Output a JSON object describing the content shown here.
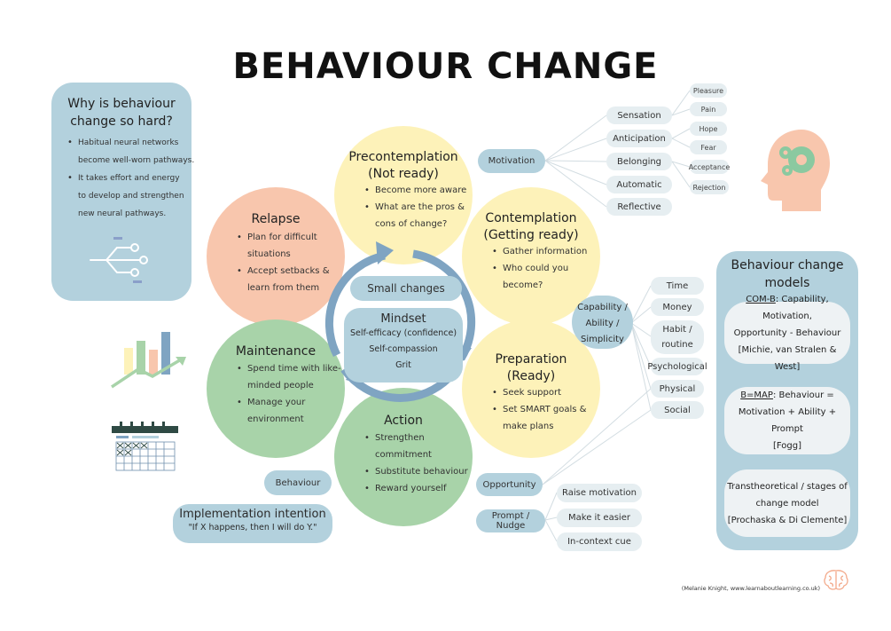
{
  "title": "BEHAVIOUR CHANGE",
  "why_panel": {
    "heading_line1": "Why is behaviour",
    "heading_line2": "change so hard?",
    "bullet1_line1": "Habitual neural networks",
    "bullet1_line2": "become well-worn pathways.",
    "bullet2_line1": "It takes effort and energy",
    "bullet2_line2": "to develop and strengthen",
    "bullet2_line3": "new neural pathways."
  },
  "stages": {
    "precontemplation": {
      "title_line1": "Precontemplation",
      "title_line2": "(Not ready)",
      "bullet1": "Become more aware",
      "bullet2_line1": "What are the pros &",
      "bullet2_line2": "cons of change?"
    },
    "contemplation": {
      "title_line1": "Contemplation",
      "title_line2": "(Getting ready)",
      "bullet1": "Gather information",
      "bullet2_line1": "Who could you",
      "bullet2_line2": "become?"
    },
    "preparation": {
      "title_line1": "Preparation",
      "title_line2": "(Ready)",
      "bullet1": "Seek support",
      "bullet2_line1": "Set SMART goals &",
      "bullet2_line2": "make plans"
    },
    "action": {
      "title": "Action",
      "bullet1_line1": "Strengthen",
      "bullet1_line2": "commitment",
      "bullet2": "Substitute behaviour",
      "bullet3": "Reward yourself"
    },
    "maintenance": {
      "title": "Maintenance",
      "bullet1_line1": "Spend time with like-",
      "bullet1_line2": "minded people",
      "bullet2_line1": "Manage your",
      "bullet2_line2": "environment"
    },
    "relapse": {
      "title": "Relapse",
      "bullet1_line1": "Plan for difficult",
      "bullet1_line2": "situations",
      "bullet2_line1": "Accept setbacks &",
      "bullet2_line2": "learn from them"
    }
  },
  "center": {
    "small_changes": "Small changes",
    "mindset_title": "Mindset",
    "item1": "Self-efficacy (confidence)",
    "item2": "Self-compassion",
    "item3": "Grit"
  },
  "motivation": {
    "label": "Motivation",
    "items": [
      "Sensation",
      "Anticipation",
      "Belonging",
      "Automatic",
      "Reflective"
    ],
    "sub": [
      "Pleasure",
      "Pain",
      "Hope",
      "Fear",
      "Acceptance",
      "Rejection"
    ]
  },
  "capability": {
    "label_line1": "Capability /",
    "label_line2": "Ability /",
    "label_line3": "Simplicity",
    "items": [
      "Time",
      "Money",
      "Habit /",
      "routine",
      "Psychological",
      "Physical",
      "Social"
    ]
  },
  "opportunity": {
    "label": "Opportunity"
  },
  "prompt": {
    "label": "Prompt / Nudge",
    "items": [
      "Raise motivation",
      "Make it easier",
      "In-context cue"
    ]
  },
  "behaviour_pill": "Behaviour",
  "implementation": {
    "title": "Implementation intention",
    "quote": "\"If X happens, then I will do Y.\""
  },
  "models": {
    "heading_line1": "Behaviour change",
    "heading_line2": "models",
    "m1_abbr": "COM-B",
    "m1_line1_rest": ": Capability, Motivation,",
    "m1_line2": "Opportunity - Behaviour",
    "m1_line3": "[Michie, van Stralen & West]",
    "m2_abbr": "B=MAP",
    "m2_line1_rest": ": Behaviour =",
    "m2_line2": "Motivation + Ability + Prompt",
    "m2_line3": "[Fogg]",
    "m3_line1": "Transtheoretical / stages of",
    "m3_line2": "change model",
    "m3_line3": "[Prochaska & Di Clemente]"
  },
  "credit": "(Melanie Knight, www.learnaboutlearning.co.uk)",
  "icons": [
    "neural-network-icon",
    "growth-chart-icon",
    "calendar-icon",
    "head-gears-icon",
    "brain-icon"
  ],
  "colors": {
    "relapse": "#f8c6ad",
    "precontemplation": "#fdf2b9",
    "contemplation": "#fdf2b9",
    "preparation": "#fdf2b9",
    "action": "#a8d3a9",
    "maintenance": "#a8d3a9",
    "pill_blue": "#b3d1dd",
    "light_pill": "#e6eef1",
    "cycle_arrow": "#7fa4c2"
  }
}
